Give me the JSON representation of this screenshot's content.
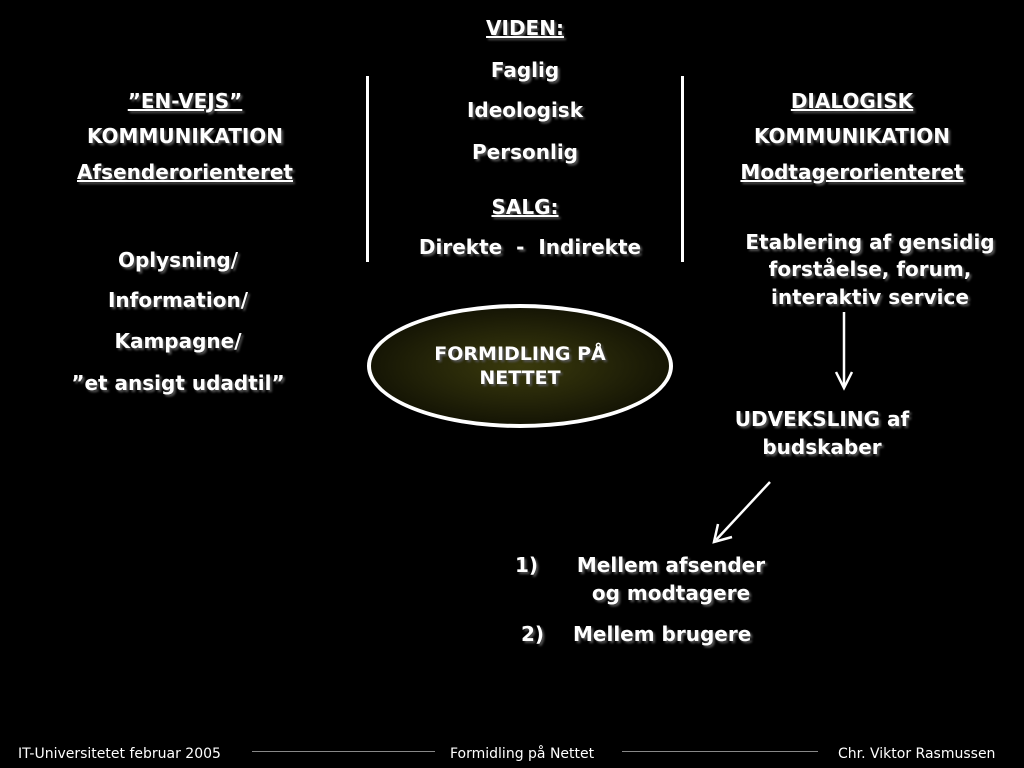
{
  "left": {
    "line1": "”EN-VEJS”",
    "line2": "KOMMUNIKATION",
    "line3": "Afsenderorienteret",
    "items": [
      "Oplysning/",
      "Information/",
      "Kampagne/",
      "”et ansigt udadtil”"
    ]
  },
  "center": {
    "viden_heading": "VIDEN:",
    "viden_items": [
      "Faglig",
      "Ideologisk",
      "Personlig"
    ],
    "salg_heading": "SALG:",
    "salg_text": "Direkte  -  Indirekte",
    "ellipse_line1": "FORMIDLING PÅ",
    "ellipse_line2": "NETTET"
  },
  "right": {
    "line1": "DIALOGISK",
    "line2": "KOMMUNIKATION",
    "line3": "Modtagerorienteret",
    "desc_lines": [
      "Etablering af gensidig",
      "forståelse, forum,",
      "interaktiv service"
    ],
    "exchange_lines": [
      "UDVEKSLING af",
      "budskaber"
    ]
  },
  "list": {
    "item1_num": "1)",
    "item1_lines": [
      "Mellem afsender",
      "og modtagere"
    ],
    "item2_num": "2)",
    "item2_text": "Mellem brugere"
  },
  "footer": {
    "left": "IT-Universitetet februar 2005",
    "center": "Formidling på Nettet",
    "right": "Chr. Viktor Rasmussen"
  }
}
